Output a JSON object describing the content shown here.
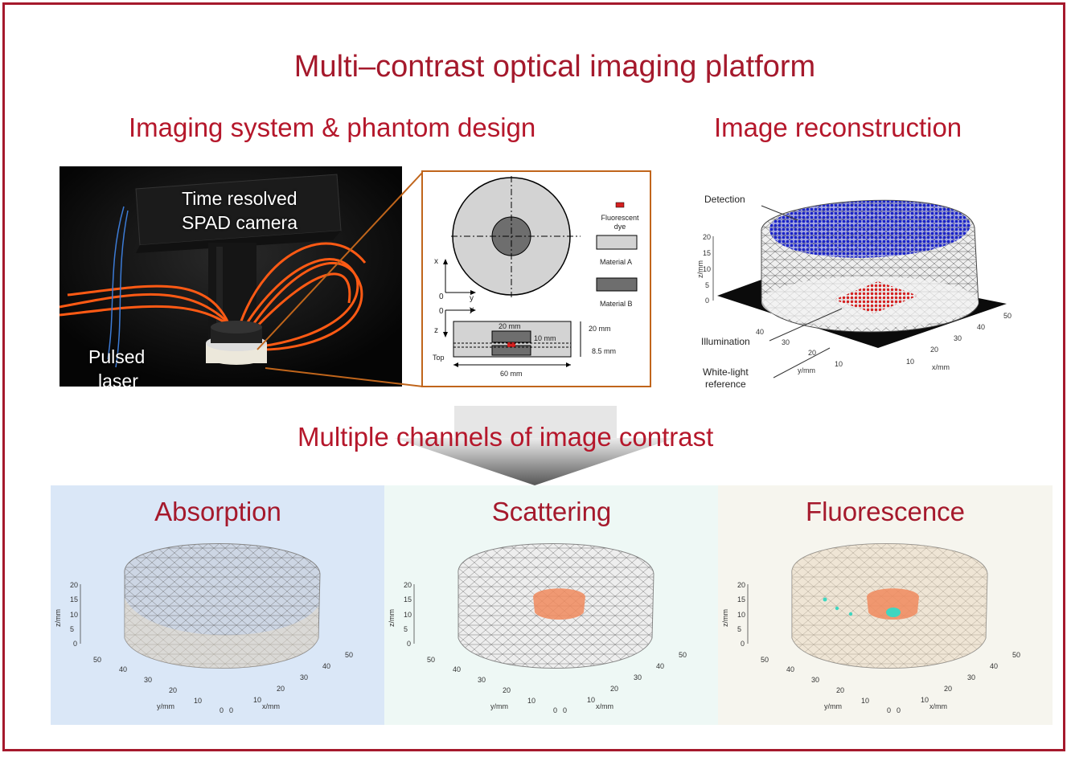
{
  "title": "Multi–contrast optical imaging platform",
  "sections": {
    "left": "Imaging system & phantom design",
    "right": "Image reconstruction",
    "middle": "Multiple channels of image contrast"
  },
  "photo": {
    "camera_label_1": "Time resolved",
    "camera_label_2": "SPAD camera",
    "laser_label_1": "Pulsed",
    "laser_label_2": "laser"
  },
  "phantom": {
    "fluorescent_1": "Fluorescent",
    "fluorescent_2": "dye",
    "material_a": "Material A",
    "material_b": "Material B",
    "axis_x": "x",
    "axis_y": "y",
    "axis_z": "z",
    "zero": "0",
    "top": "Top",
    "dim_20mm_inner": "20 mm",
    "dim_10mm": "10 mm",
    "dim_20mm": "20 mm",
    "dim_8_5mm": "8.5 mm",
    "dim_60mm": "60 mm"
  },
  "reconstruction": {
    "detection": "Detection",
    "illumination": "Illumination",
    "white_light_1": "White-light",
    "white_light_2": "reference",
    "zlabel": "z/mm",
    "ylabel": "y/mm",
    "xlabel": "x/mm",
    "zticks": [
      "0",
      "5",
      "10",
      "15",
      "20"
    ],
    "yticks": [
      "10",
      "20",
      "30",
      "40"
    ],
    "xticks": [
      "10",
      "20",
      "30",
      "40",
      "50"
    ],
    "colors": {
      "detection": "#1a22c9",
      "illumination": "#d42020"
    }
  },
  "channels": [
    {
      "name": "Absorption",
      "bg": "#dae7f7"
    },
    {
      "name": "Scattering",
      "bg": "#eef8f5"
    },
    {
      "name": "Fluorescence",
      "bg": "#f6f5ee"
    }
  ],
  "channel_axes": {
    "zlabel": "z/mm",
    "ylabel": "y/mm",
    "xlabel": "x/mm",
    "zticks": [
      "0",
      "5",
      "10",
      "15",
      "20"
    ],
    "yticks": [
      "0",
      "10",
      "20",
      "30",
      "40",
      "50"
    ],
    "xticks": [
      "0",
      "10",
      "20",
      "30",
      "40",
      "50"
    ]
  },
  "colors": {
    "accent": "#a5192c",
    "fiber": "#ff5a14",
    "inclusion": "#f08a5d",
    "fluor": "#3fd6c0"
  }
}
